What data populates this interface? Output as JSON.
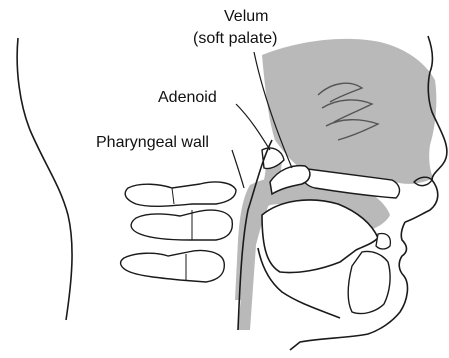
{
  "labels": {
    "velum_line1": "Velum",
    "velum_line2": "(soft palate)",
    "adenoid": "Adenoid",
    "pharyngeal_wall": "Pharyngeal wall"
  },
  "colors": {
    "cavity_gray": "#b9b9b9",
    "outline": "#1a1a1a",
    "bone_fill": "#ffffff",
    "background": "#ffffff"
  }
}
